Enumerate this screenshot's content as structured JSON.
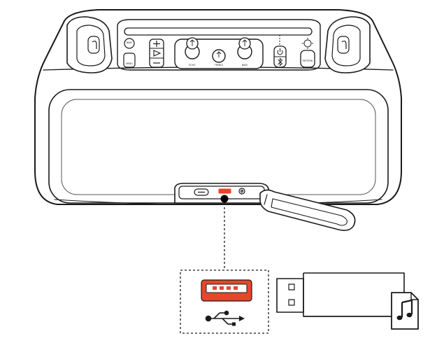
{
  "diagram": {
    "title": "",
    "device": {
      "name": "speaker",
      "panel_labels": {
        "bass_boost": "BASS",
        "menu": "MENU",
        "echo": "ECHO",
        "treble": "TREBLE",
        "bass": "BASS",
        "pattern": "PATTERN"
      },
      "ports": [
        "usb-port",
        "aux-port",
        "power-port"
      ]
    },
    "icons": {
      "usb": "usb-icon",
      "music_note": "music-note-icon",
      "light": "light-icon",
      "power": "power-icon",
      "bluetooth": "bluetooth-icon",
      "play": "play-icon",
      "plus": "plus-icon",
      "minus": "minus-icon"
    },
    "colors": {
      "usb_port_highlight": "#e8452c",
      "line": "#1a1a1a",
      "background": "#ffffff"
    }
  }
}
